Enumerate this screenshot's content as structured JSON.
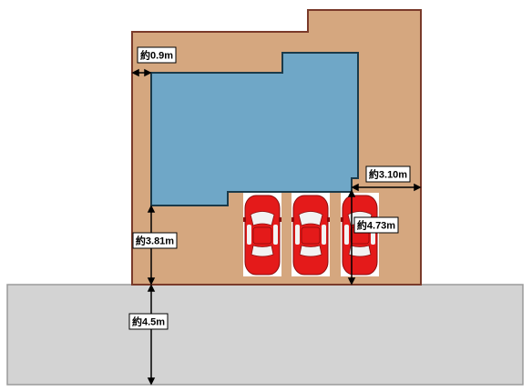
{
  "colors": {
    "lot": "#D5A77F",
    "lot_border": "#7A3A2A",
    "building": "#6FA7C7",
    "building_border": "#1A3A4A",
    "road": "#D3D3D3",
    "road_border": "#9A9A9A",
    "car_body": "#E41A1A",
    "car_dark": "#8A0C0C",
    "car_window": "#F2F2F2",
    "car_tile": "#FFFFFF"
  },
  "dimensions": {
    "side_setback": "約0.9m",
    "parking_width": "約3.10m",
    "parking_depth": "約4.73m",
    "front_setback": "約3.81m",
    "road_width": "約4.5m"
  }
}
